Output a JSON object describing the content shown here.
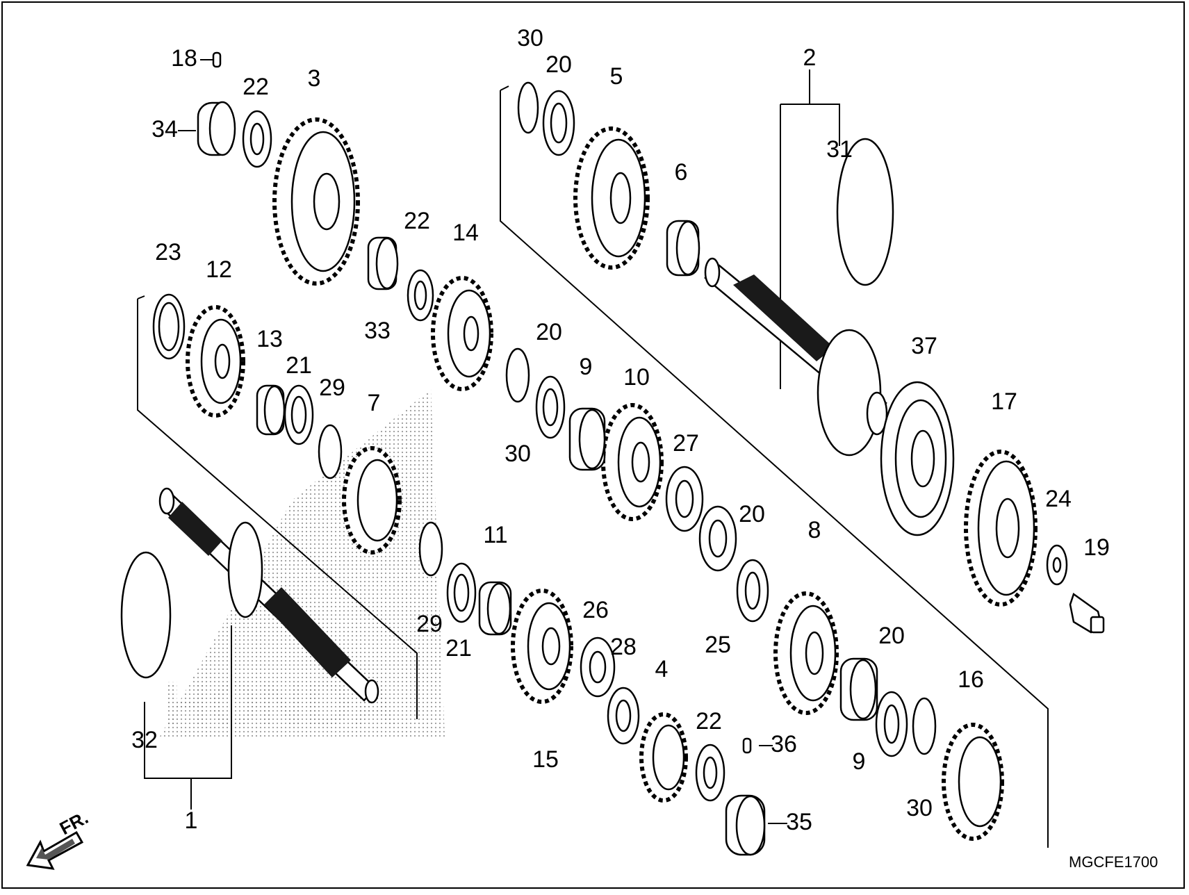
{
  "labels": [
    {
      "id": "1",
      "text": "1"
    },
    {
      "id": "2",
      "text": "2"
    },
    {
      "id": "3",
      "text": "3"
    },
    {
      "id": "4",
      "text": "4"
    },
    {
      "id": "5",
      "text": "5"
    },
    {
      "id": "6",
      "text": "6"
    },
    {
      "id": "7",
      "text": "7"
    },
    {
      "id": "8",
      "text": "8"
    },
    {
      "id": "9a",
      "text": "9"
    },
    {
      "id": "9b",
      "text": "9"
    },
    {
      "id": "10",
      "text": "10"
    },
    {
      "id": "11",
      "text": "11"
    },
    {
      "id": "12",
      "text": "12"
    },
    {
      "id": "13",
      "text": "13"
    },
    {
      "id": "14",
      "text": "14"
    },
    {
      "id": "15",
      "text": "15"
    },
    {
      "id": "16",
      "text": "16"
    },
    {
      "id": "17",
      "text": "17"
    },
    {
      "id": "18",
      "text": "18"
    },
    {
      "id": "19",
      "text": "19"
    },
    {
      "id": "20a",
      "text": "20"
    },
    {
      "id": "20b",
      "text": "20"
    },
    {
      "id": "20c",
      "text": "20"
    },
    {
      "id": "20d",
      "text": "20"
    },
    {
      "id": "21a",
      "text": "21"
    },
    {
      "id": "21b",
      "text": "21"
    },
    {
      "id": "22a",
      "text": "22"
    },
    {
      "id": "22b",
      "text": "22"
    },
    {
      "id": "22c",
      "text": "22"
    },
    {
      "id": "23",
      "text": "23"
    },
    {
      "id": "24",
      "text": "24"
    },
    {
      "id": "25",
      "text": "25"
    },
    {
      "id": "26",
      "text": "26"
    },
    {
      "id": "27",
      "text": "27"
    },
    {
      "id": "28",
      "text": "28"
    },
    {
      "id": "29a",
      "text": "29"
    },
    {
      "id": "29b",
      "text": "29"
    },
    {
      "id": "30a",
      "text": "30"
    },
    {
      "id": "30b",
      "text": "30"
    },
    {
      "id": "30c",
      "text": "30"
    },
    {
      "id": "31",
      "text": "31"
    },
    {
      "id": "32",
      "text": "32"
    },
    {
      "id": "33",
      "text": "33"
    },
    {
      "id": "34",
      "text": "34"
    },
    {
      "id": "35",
      "text": "35"
    },
    {
      "id": "36",
      "text": "36"
    },
    {
      "id": "37",
      "text": "37"
    }
  ],
  "diagram_code": "MGCFE1700",
  "front_indicator": "FR.",
  "icons": {
    "front_arrow": "front-arrow-icon",
    "watermark": "honda-watermark-icon"
  }
}
